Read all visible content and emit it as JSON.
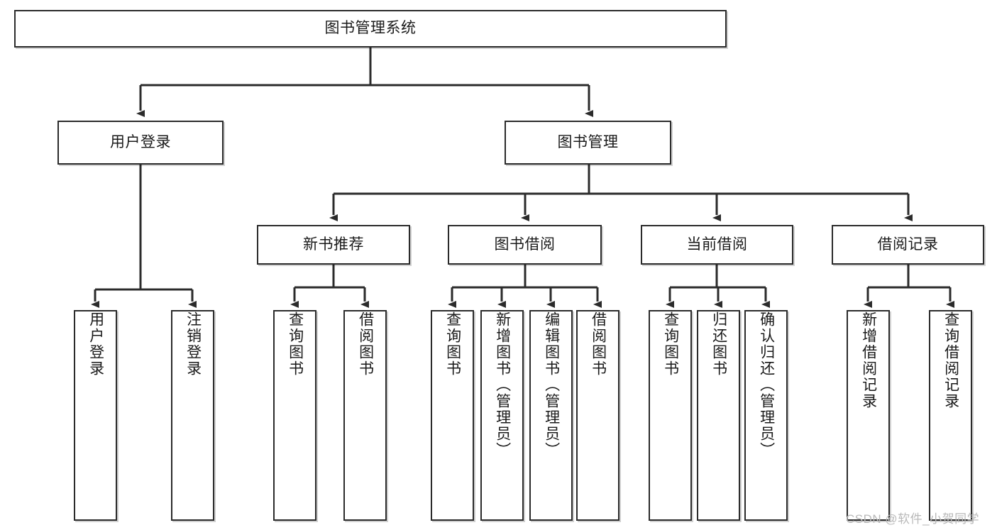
{
  "diagram": {
    "type": "tree-hierarchy",
    "title": "图书管理系统",
    "watermark": "CSDN @软件_小贺同学",
    "colors": {
      "box_border": "#2b2b2b",
      "box_fill": "#ffffff",
      "connector": "#2b2b2b",
      "text": "#1a1a1a",
      "watermark": "#b9b9b9",
      "background": "#ffffff"
    },
    "levels": {
      "root": "图书管理系统",
      "level1": [
        "用户登录",
        "图书管理"
      ],
      "level2": [
        "新书推荐",
        "图书借阅",
        "当前借阅",
        "借阅记录"
      ],
      "level3_groups": [
        {
          "parent": "用户登录",
          "children": [
            "用户登录",
            "注销登录"
          ]
        },
        {
          "parent": "新书推荐",
          "children": [
            "查询图书",
            "借阅图书"
          ]
        },
        {
          "parent": "图书借阅",
          "children": [
            "查询图书",
            "新增图书（管理员）",
            "编辑图书（管理员）",
            "借阅图书"
          ]
        },
        {
          "parent": "当前借阅",
          "children": [
            "查询图书",
            "归还图书",
            "确认归还（管理员）"
          ]
        },
        {
          "parent": "借阅记录",
          "children": [
            "新增借阅记录",
            "查询借阅记录"
          ]
        }
      ]
    },
    "nodes": {
      "root": {
        "label": "图书管理系统"
      },
      "user_login": {
        "label": "用户登录"
      },
      "book_manage": {
        "label": "图书管理"
      },
      "new_book_rec": {
        "label": "新书推荐"
      },
      "book_borrow": {
        "label": "图书借阅"
      },
      "current_borrow": {
        "label": "当前借阅"
      },
      "borrow_record": {
        "label": "借阅记录"
      },
      "leaf_user_login": {
        "label": "用户登录"
      },
      "leaf_logout": {
        "label": "注销登录"
      },
      "leaf_query_book_a": {
        "label": "查询图书"
      },
      "leaf_borrow_book_a": {
        "label": "借阅图书"
      },
      "leaf_query_book_b": {
        "label": "查询图书"
      },
      "leaf_add_book": {
        "label": "新增图书（管理员）"
      },
      "leaf_edit_book": {
        "label": "编辑图书（管理员）"
      },
      "leaf_borrow_book_b": {
        "label": "借阅图书"
      },
      "leaf_query_book_c": {
        "label": "查询图书"
      },
      "leaf_return_book": {
        "label": "归还图书"
      },
      "leaf_confirm_return": {
        "label": "确认归还（管理员）"
      },
      "leaf_add_record": {
        "label": "新增借阅记录"
      },
      "leaf_query_record": {
        "label": "查询借阅记录"
      }
    }
  }
}
